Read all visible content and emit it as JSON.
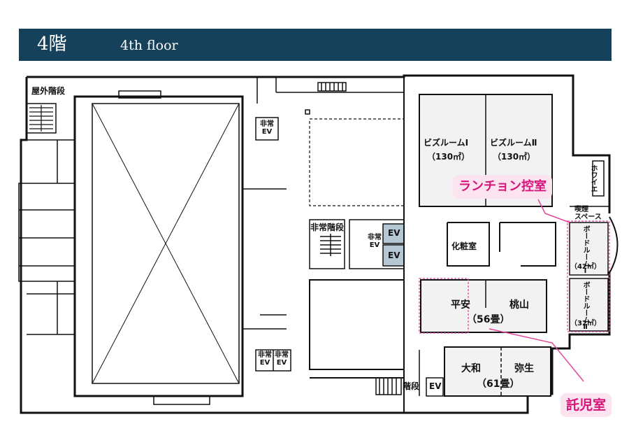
{
  "header": {
    "floor_label": "4階",
    "floor_label_en": "4th floor"
  },
  "colors": {
    "banner": "#16415a",
    "callout_text": "#d6157a",
    "callout_bg": "#fbe3ef",
    "callout_line": "#e0489a",
    "room_fill": "#f2f2f2",
    "elevator_fill": "#b5c7d2"
  },
  "rooms": {
    "outdoor_stairs": "屋外階段",
    "emergency_ev_1": "非常EV",
    "emergency_stairs": "非常階段",
    "emergency_ev_2": "非常EV",
    "ev_a": "EV",
    "ev_b": "EV",
    "emergency_ev_3a": "非常EV",
    "emergency_ev_3b": "非常EV",
    "stairs": "階段",
    "ev_c": "EV",
    "biz_room_1": "ビズルームⅠ",
    "biz_room_1_area": "（130㎡）",
    "biz_room_2": "ビズルームⅡ",
    "biz_room_2_area": "（130㎡）",
    "foyer": "ホワイエ",
    "smoking_space_1": "喫煙",
    "smoking_space_2": "スペース",
    "powder_room": "化粧室",
    "board_room_1": "ボードルームⅠ",
    "board_room_1_area": "（42㎡）",
    "board_room_2": "ボードルームⅡ",
    "board_room_2_area": "（32㎡）",
    "heian": "平安",
    "momoyama": "桃山",
    "heian_momoyama_size": "（56畳）",
    "yamato": "大和",
    "yayoi": "弥生",
    "yamato_yayoi_size": "（61畳）"
  },
  "callouts": {
    "luncheon_room": "ランチョン控室",
    "childcare_room": "託児室"
  }
}
